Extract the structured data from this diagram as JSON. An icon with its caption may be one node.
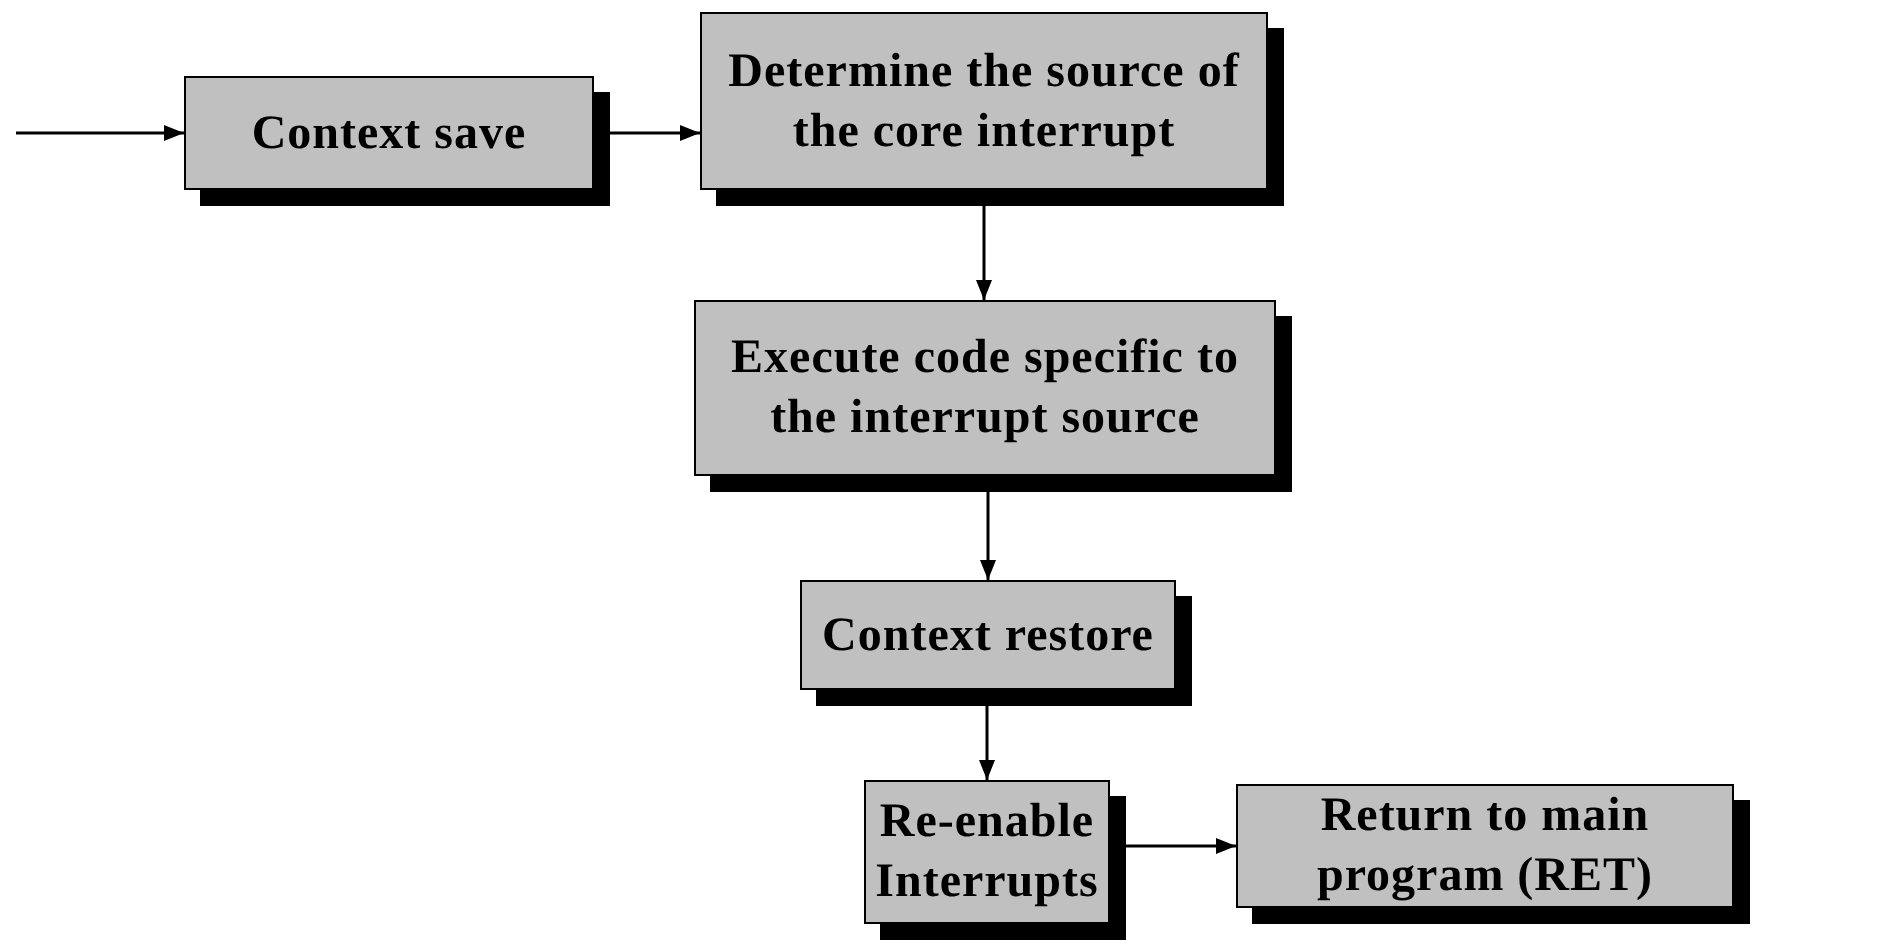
{
  "diagram": {
    "nodes": [
      {
        "text": [
          "Context save"
        ]
      },
      {
        "text": [
          "Determine the source of the core interrupt"
        ]
      },
      {
        "text": [
          "Execute code specific to the interrupt source"
        ]
      },
      {
        "text": [
          "Context restore"
        ]
      },
      {
        "text": [
          "Re-enable Interrupts"
        ]
      },
      {
        "text": [
          "Return to main program (RET)"
        ]
      }
    ],
    "edges": [
      {
        "from": null,
        "to": 0,
        "arrow": "to"
      },
      {
        "from": 0,
        "to": 1,
        "arrow": "to"
      },
      {
        "from": 1,
        "to": 2,
        "arrow": "to"
      },
      {
        "from": 2,
        "to": 3,
        "arrow": "to"
      },
      {
        "from": 3,
        "to": 4,
        "arrow": "to"
      },
      {
        "from": 4,
        "to": 5,
        "arrow": "to"
      }
    ]
  }
}
